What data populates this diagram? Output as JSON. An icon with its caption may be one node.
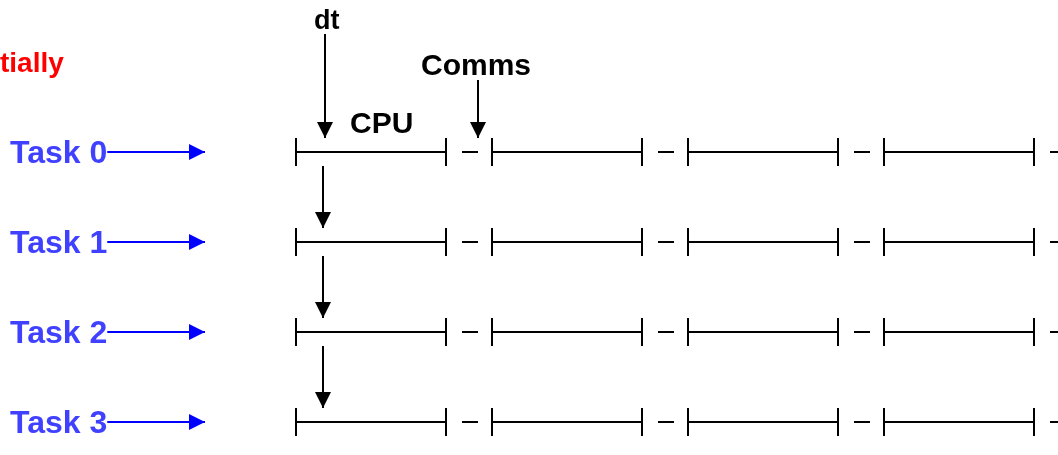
{
  "diagram": {
    "nodes": [
      {
        "text": [
          "Task 0"
        ]
      },
      {
        "text": [
          "Task 1"
        ]
      },
      {
        "text": [
          "Task 2"
        ]
      },
      {
        "text": [
          "Task 3"
        ]
      },
      {
        "text": [],
        "shape": "bar"
      },
      {
        "text": [],
        "shape": "bar"
      },
      {
        "text": [],
        "shape": "bar"
      },
      {
        "text": [],
        "shape": "bar"
      },
      {
        "text": [
          "dt"
        ]
      },
      {
        "text": [
          "Comms"
        ]
      }
    ],
    "edges": [
      {
        "from": 0,
        "to": null,
        "arrow": "to",
        "color": "#0000ff"
      },
      {
        "from": 1,
        "to": null,
        "arrow": "to",
        "color": "#0000ff"
      },
      {
        "from": 2,
        "to": null,
        "arrow": "to",
        "color": "#0000ff"
      },
      {
        "from": 3,
        "to": null,
        "arrow": "to",
        "color": "#0000ff"
      },
      {
        "from": 8,
        "to": 4,
        "arrow": "to"
      },
      {
        "from": 9,
        "to": 4,
        "arrow": "to"
      },
      {
        "from": 4,
        "to": 5,
        "arrow": "to"
      },
      {
        "from": 5,
        "to": 6,
        "arrow": "to"
      },
      {
        "from": 6,
        "to": 7,
        "arrow": "to"
      }
    ],
    "labels": [
      "tially",
      "CPU"
    ]
  }
}
